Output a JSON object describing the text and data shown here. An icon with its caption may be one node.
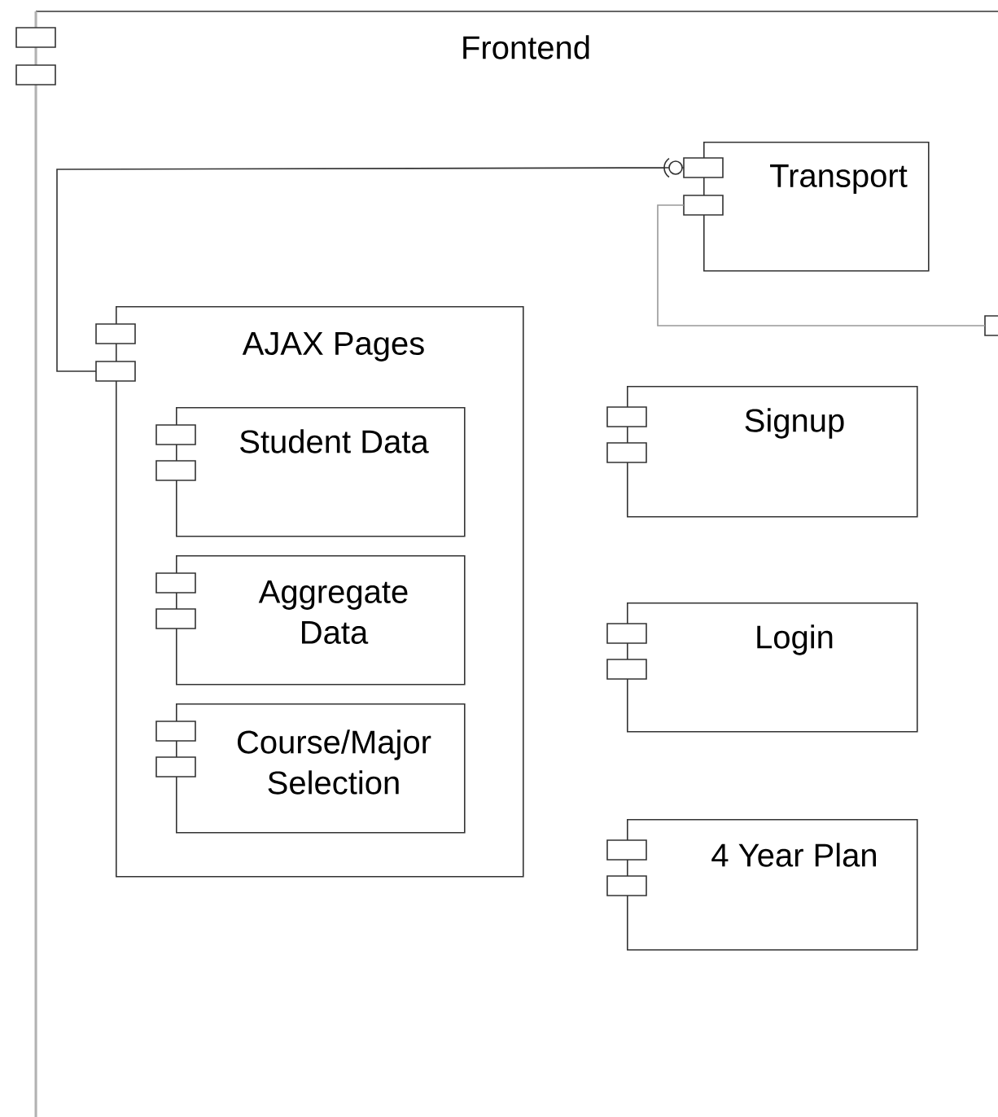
{
  "diagram": {
    "nodes": [
      {
        "text": [
          "Frontend"
        ]
      },
      {
        "text": [
          "Transport"
        ],
        "in": 0
      },
      {
        "text": [
          "AJAX Pages"
        ],
        "in": 0
      },
      {
        "text": [
          "Student Data"
        ],
        "in": 2
      },
      {
        "text": [
          "Aggregate Data"
        ],
        "in": 2
      },
      {
        "text": [
          "Course/Major Selection"
        ],
        "in": 2
      },
      {
        "text": [
          "Signup"
        ],
        "in": 0
      },
      {
        "text": [
          "Login"
        ],
        "in": 0
      },
      {
        "text": [
          "4 Year Plan"
        ],
        "in": 0
      }
    ],
    "edges": [
      {
        "from": 2,
        "to": 1,
        "arrow": "other"
      },
      {
        "from": 1,
        "to": 0,
        "arrow": "none",
        "color": "#999999"
      }
    ]
  }
}
